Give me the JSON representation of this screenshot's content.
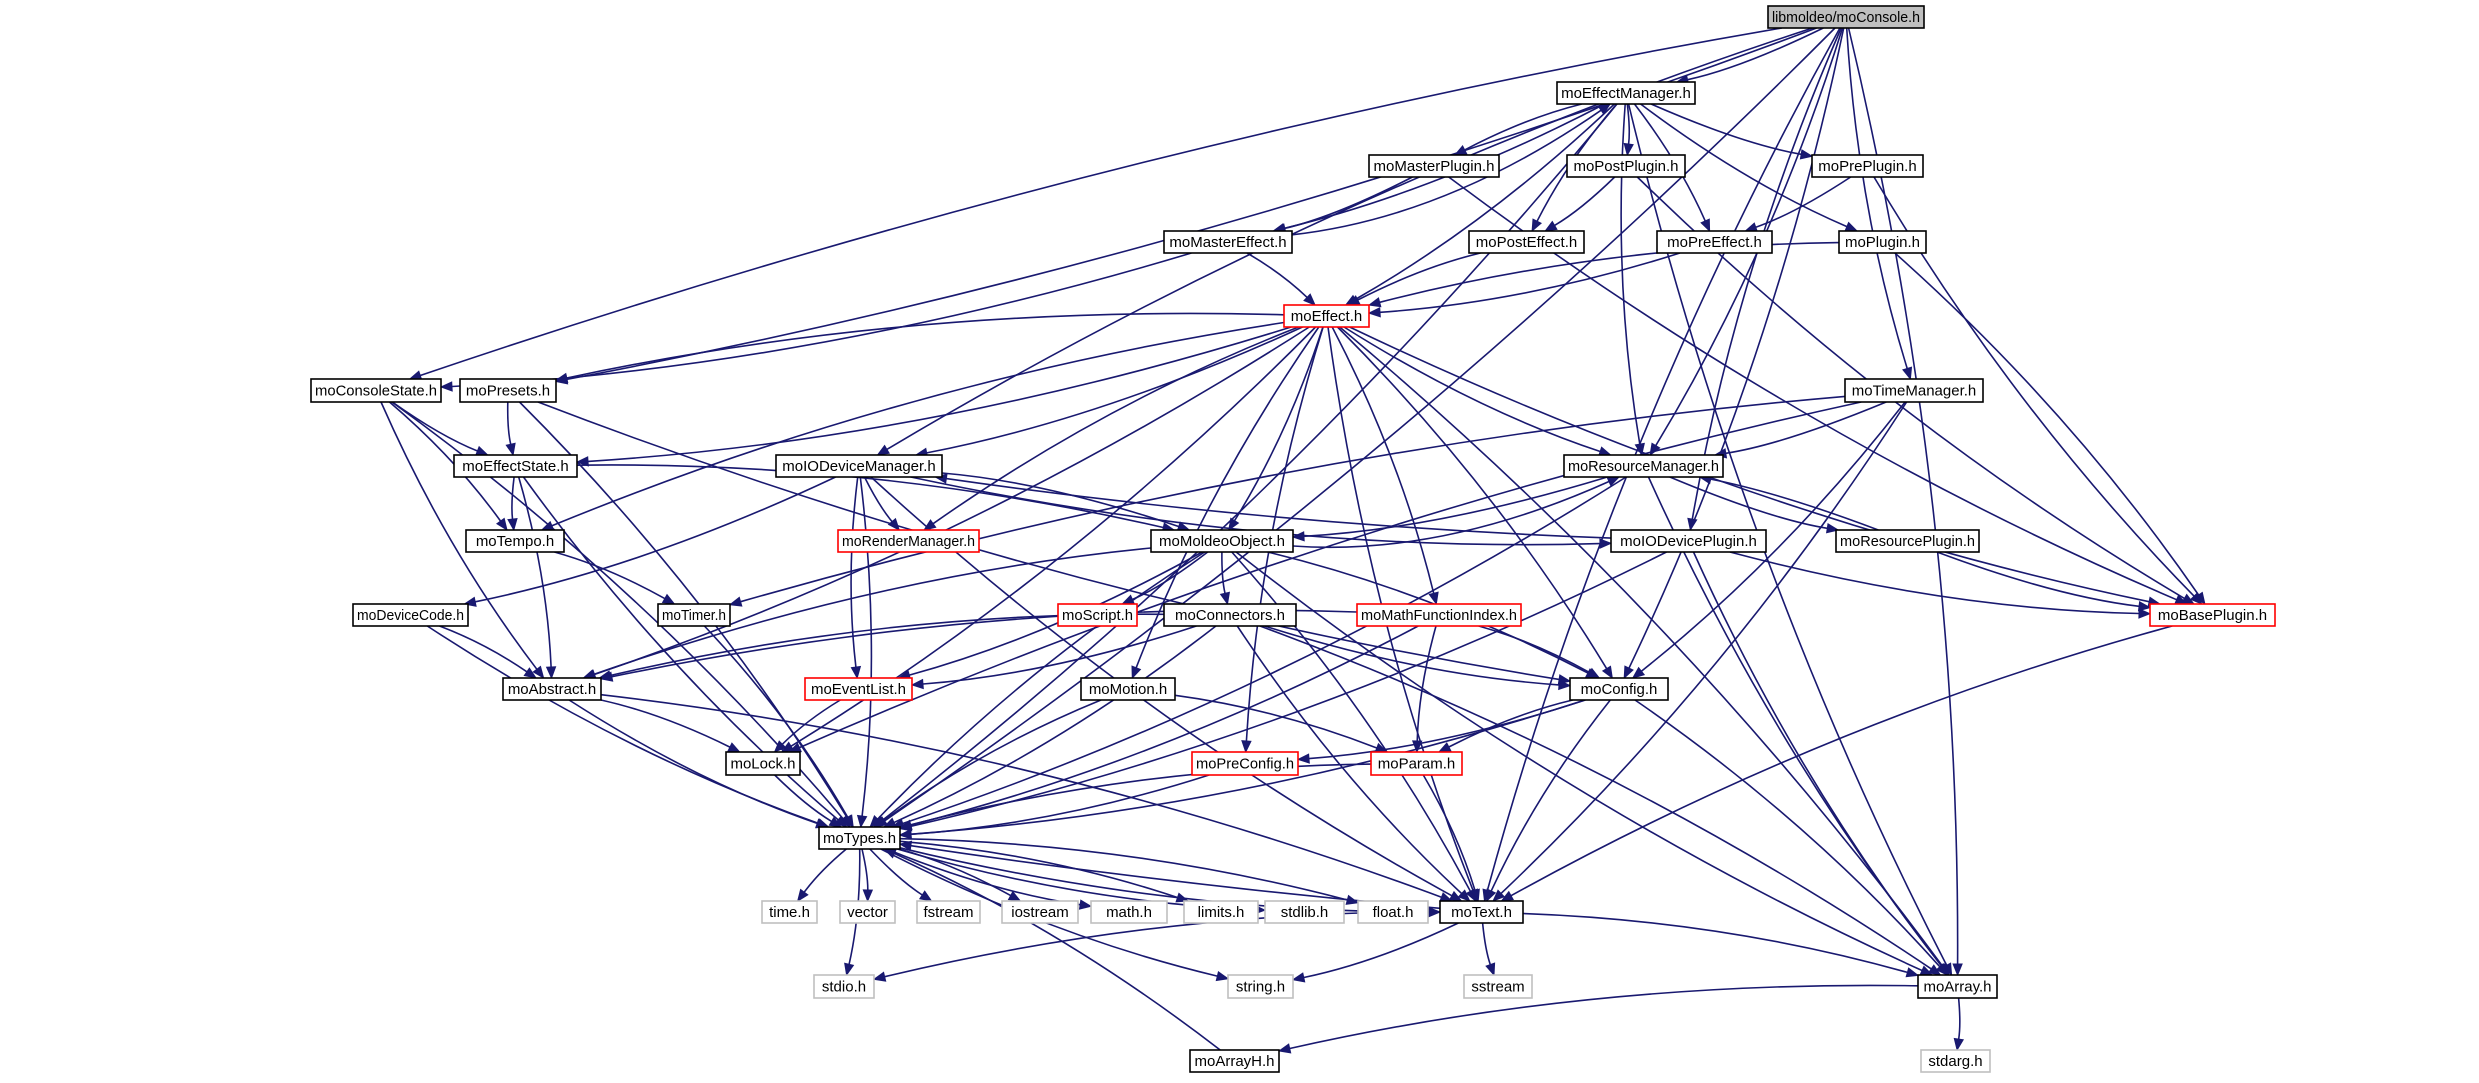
{
  "title": "libmoldeo/moConsole.h include dependency graph",
  "colors": {
    "edge": "#191970",
    "root_fill": "#bfbfbf",
    "truncated_border": "#ff0000",
    "system_border": "#bfbfbf",
    "normal_border": "#000000"
  },
  "nodes": [
    {
      "id": "moConsole",
      "label": "libmoldeo/moConsole.h",
      "kind": "root"
    },
    {
      "id": "moEffectManager",
      "label": "moEffectManager.h",
      "kind": "normal"
    },
    {
      "id": "moMasterPlugin",
      "label": "moMasterPlugin.h",
      "kind": "normal"
    },
    {
      "id": "moPostPlugin",
      "label": "moPostPlugin.h",
      "kind": "normal"
    },
    {
      "id": "moPrePlugin",
      "label": "moPrePlugin.h",
      "kind": "normal"
    },
    {
      "id": "moMasterEffect",
      "label": "moMasterEffect.h",
      "kind": "normal"
    },
    {
      "id": "moPostEffect",
      "label": "moPostEffect.h",
      "kind": "normal"
    },
    {
      "id": "moPreEffect",
      "label": "moPreEffect.h",
      "kind": "normal"
    },
    {
      "id": "moPlugin",
      "label": "moPlugin.h",
      "kind": "normal"
    },
    {
      "id": "moEffect",
      "label": "moEffect.h",
      "kind": "truncated"
    },
    {
      "id": "moConsoleState",
      "label": "moConsoleState.h",
      "kind": "normal"
    },
    {
      "id": "moPresets",
      "label": "moPresets.h",
      "kind": "normal"
    },
    {
      "id": "moTimeManager",
      "label": "moTimeManager.h",
      "kind": "normal"
    },
    {
      "id": "moEffectState",
      "label": "moEffectState.h",
      "kind": "normal"
    },
    {
      "id": "moIODeviceManager",
      "label": "moIODeviceManager.h",
      "kind": "normal"
    },
    {
      "id": "moResourceManager",
      "label": "moResourceManager.h",
      "kind": "normal"
    },
    {
      "id": "moTempo",
      "label": "moTempo.h",
      "kind": "normal"
    },
    {
      "id": "moRenderManager",
      "label": "moRenderManager.h",
      "kind": "truncated"
    },
    {
      "id": "moMoldeoObject",
      "label": "moMoldeoObject.h",
      "kind": "normal"
    },
    {
      "id": "moIODevicePlugin",
      "label": "moIODevicePlugin.h",
      "kind": "normal"
    },
    {
      "id": "moResourcePlugin",
      "label": "moResourcePlugin.h",
      "kind": "normal"
    },
    {
      "id": "moDeviceCode",
      "label": "moDeviceCode.h",
      "kind": "normal"
    },
    {
      "id": "moTimer",
      "label": "moTimer.h",
      "kind": "normal"
    },
    {
      "id": "moScript",
      "label": "moScript.h",
      "kind": "truncated"
    },
    {
      "id": "moConnectors",
      "label": "moConnectors.h",
      "kind": "normal"
    },
    {
      "id": "moMathFunctionIndex",
      "label": "moMathFunctionIndex.h",
      "kind": "truncated"
    },
    {
      "id": "moBasePlugin",
      "label": "moBasePlugin.h",
      "kind": "truncated"
    },
    {
      "id": "moAbstract",
      "label": "moAbstract.h",
      "kind": "normal"
    },
    {
      "id": "moEventList",
      "label": "moEventList.h",
      "kind": "truncated"
    },
    {
      "id": "moMotion",
      "label": "moMotion.h",
      "kind": "normal"
    },
    {
      "id": "moConfig",
      "label": "moConfig.h",
      "kind": "normal"
    },
    {
      "id": "moLock",
      "label": "moLock.h",
      "kind": "normal"
    },
    {
      "id": "moPreConfig",
      "label": "moPreConfig.h",
      "kind": "truncated"
    },
    {
      "id": "moParam",
      "label": "moParam.h",
      "kind": "truncated"
    },
    {
      "id": "moTypes",
      "label": "moTypes.h",
      "kind": "normal"
    },
    {
      "id": "time",
      "label": "time.h",
      "kind": "system"
    },
    {
      "id": "vector",
      "label": "vector",
      "kind": "system"
    },
    {
      "id": "fstream",
      "label": "fstream",
      "kind": "system"
    },
    {
      "id": "iostream",
      "label": "iostream",
      "kind": "system"
    },
    {
      "id": "math",
      "label": "math.h",
      "kind": "system"
    },
    {
      "id": "limits",
      "label": "limits.h",
      "kind": "system"
    },
    {
      "id": "stdlib",
      "label": "stdlib.h",
      "kind": "system"
    },
    {
      "id": "float",
      "label": "float.h",
      "kind": "system"
    },
    {
      "id": "moText",
      "label": "moText.h",
      "kind": "normal"
    },
    {
      "id": "stdio",
      "label": "stdio.h",
      "kind": "system"
    },
    {
      "id": "string",
      "label": "string.h",
      "kind": "system"
    },
    {
      "id": "sstream",
      "label": "sstream",
      "kind": "system"
    },
    {
      "id": "moArray",
      "label": "moArray.h",
      "kind": "normal"
    },
    {
      "id": "moArrayH",
      "label": "moArrayH.h",
      "kind": "normal"
    },
    {
      "id": "stdarg",
      "label": "stdarg.h",
      "kind": "system"
    }
  ],
  "edges": [
    [
      "moConsole",
      "moEffectManager"
    ],
    [
      "moConsole",
      "moConsoleState"
    ],
    [
      "moConsole",
      "moPresets"
    ],
    [
      "moConsole",
      "moIODeviceManager"
    ],
    [
      "moConsole",
      "moTypes"
    ],
    [
      "moConsole",
      "moTimeManager"
    ],
    [
      "moConsole",
      "moResourceManager"
    ],
    [
      "moConsole",
      "moIODevicePlugin"
    ],
    [
      "moConsole",
      "moConfig"
    ],
    [
      "moConsole",
      "moText"
    ],
    [
      "moConsole",
      "moArray"
    ],
    [
      "moEffectManager",
      "moMasterPlugin"
    ],
    [
      "moEffectManager",
      "moPostPlugin"
    ],
    [
      "moEffectManager",
      "moPrePlugin"
    ],
    [
      "moEffectManager",
      "moMasterEffect"
    ],
    [
      "moEffectManager",
      "moPostEffect"
    ],
    [
      "moEffectManager",
      "moPreEffect"
    ],
    [
      "moEffectManager",
      "moPlugin"
    ],
    [
      "moEffectManager",
      "moEffect"
    ],
    [
      "moEffectManager",
      "moResourceManager"
    ],
    [
      "moEffectManager",
      "moTypes"
    ],
    [
      "moEffectManager",
      "moArray"
    ],
    [
      "moMasterPlugin",
      "moMasterEffect"
    ],
    [
      "moMasterPlugin",
      "moBasePlugin"
    ],
    [
      "moPostPlugin",
      "moPostEffect"
    ],
    [
      "moPostPlugin",
      "moBasePlugin"
    ],
    [
      "moPrePlugin",
      "moPreEffect"
    ],
    [
      "moPrePlugin",
      "moBasePlugin"
    ],
    [
      "moMasterEffect",
      "moEffect"
    ],
    [
      "moMasterEffect",
      "moEffectManager"
    ],
    [
      "moMasterEffect",
      "moConsoleState"
    ],
    [
      "moPostEffect",
      "moEffect"
    ],
    [
      "moPreEffect",
      "moEffect"
    ],
    [
      "moPlugin",
      "moEffect"
    ],
    [
      "moPlugin",
      "moBasePlugin"
    ],
    [
      "moEffect",
      "moPresets"
    ],
    [
      "moEffect",
      "moEffectState"
    ],
    [
      "moEffect",
      "moTempo"
    ],
    [
      "moEffect",
      "moIODeviceManager"
    ],
    [
      "moEffect",
      "moRenderManager"
    ],
    [
      "moEffect",
      "moMoldeoObject"
    ],
    [
      "moEffect",
      "moResourceManager"
    ],
    [
      "moEffect",
      "moAbstract"
    ],
    [
      "moEffect",
      "moMotion"
    ],
    [
      "moEffect",
      "moMathFunctionIndex"
    ],
    [
      "moEffect",
      "moPreConfig"
    ],
    [
      "moEffect",
      "moConfig"
    ],
    [
      "moEffect",
      "moText"
    ],
    [
      "moEffect",
      "moArray"
    ],
    [
      "moEffect",
      "moBasePlugin"
    ],
    [
      "moEffect",
      "moLock"
    ],
    [
      "moConsoleState",
      "moEffectState"
    ],
    [
      "moConsoleState",
      "moTempo"
    ],
    [
      "moConsoleState",
      "moAbstract"
    ],
    [
      "moConsoleState",
      "moTypes"
    ],
    [
      "moPresets",
      "moEffectState"
    ],
    [
      "moPresets",
      "moTypes"
    ],
    [
      "moPresets",
      "moConfig"
    ],
    [
      "moTimeManager",
      "moResourceManager"
    ],
    [
      "moTimeManager",
      "moTimer"
    ],
    [
      "moTimeManager",
      "moText"
    ],
    [
      "moTimeManager",
      "moLock"
    ],
    [
      "moTimeManager",
      "moConfig"
    ],
    [
      "moEffectState",
      "moTempo"
    ],
    [
      "moEffectState",
      "moAbstract"
    ],
    [
      "moEffectState",
      "moTypes"
    ],
    [
      "moEffectState",
      "moMoldeoObject"
    ],
    [
      "moIODeviceManager",
      "moRenderManager"
    ],
    [
      "moIODeviceManager",
      "moMoldeoObject"
    ],
    [
      "moIODeviceManager",
      "moIODevicePlugin"
    ],
    [
      "moIODeviceManager",
      "moDeviceCode"
    ],
    [
      "moIODeviceManager",
      "moEventList"
    ],
    [
      "moIODeviceManager",
      "moTypes"
    ],
    [
      "moIODeviceManager",
      "moText"
    ],
    [
      "moResourceManager",
      "moMoldeoObject"
    ],
    [
      "moResourceManager",
      "moResourcePlugin"
    ],
    [
      "moResourceManager",
      "moTypes"
    ],
    [
      "moResourceManager",
      "moArray"
    ],
    [
      "moTempo",
      "moTimer"
    ],
    [
      "moMoldeoObject",
      "moResourceManager"
    ],
    [
      "moMoldeoObject",
      "moScript"
    ],
    [
      "moMoldeoObject",
      "moConnectors"
    ],
    [
      "moMoldeoObject",
      "moEventList"
    ],
    [
      "moMoldeoObject",
      "moAbstract"
    ],
    [
      "moMoldeoObject",
      "moConfig"
    ],
    [
      "moMoldeoObject",
      "moTypes"
    ],
    [
      "moMoldeoObject",
      "moText"
    ],
    [
      "moMoldeoObject",
      "moArray"
    ],
    [
      "moIODevicePlugin",
      "moIODeviceManager"
    ],
    [
      "moIODevicePlugin",
      "moBasePlugin"
    ],
    [
      "moIODevicePlugin",
      "moTypes"
    ],
    [
      "moIODevicePlugin",
      "moArray"
    ],
    [
      "moResourcePlugin",
      "moResourceManager"
    ],
    [
      "moResourcePlugin",
      "moBasePlugin"
    ],
    [
      "moDeviceCode",
      "moAbstract"
    ],
    [
      "moDeviceCode",
      "moTypes"
    ],
    [
      "moTimer",
      "moTypes"
    ],
    [
      "moConnectors",
      "moAbstract"
    ],
    [
      "moConnectors",
      "moEventList"
    ],
    [
      "moConnectors",
      "moConfig"
    ],
    [
      "moConnectors",
      "moTypes"
    ],
    [
      "moConnectors",
      "moText"
    ],
    [
      "moConnectors",
      "moArray"
    ],
    [
      "moMathFunctionIndex",
      "moAbstract"
    ],
    [
      "moMathFunctionIndex",
      "moConfig"
    ],
    [
      "moMathFunctionIndex",
      "moParam"
    ],
    [
      "moMathFunctionIndex",
      "moTypes"
    ],
    [
      "moBasePlugin",
      "moText"
    ],
    [
      "moAbstract",
      "moLock"
    ],
    [
      "moAbstract",
      "moTypes"
    ],
    [
      "moAbstract",
      "moText"
    ],
    [
      "moEventList",
      "moLock"
    ],
    [
      "moMotion",
      "moParam"
    ],
    [
      "moMotion",
      "moTypes"
    ],
    [
      "moConfig",
      "moPreConfig"
    ],
    [
      "moConfig",
      "moParam"
    ],
    [
      "moConfig",
      "moTypes"
    ],
    [
      "moConfig",
      "moText"
    ],
    [
      "moConfig",
      "moArray"
    ],
    [
      "moLock",
      "moTypes"
    ],
    [
      "moPreConfig",
      "moTypes"
    ],
    [
      "moParam",
      "moTypes"
    ],
    [
      "moParam",
      "moText"
    ],
    [
      "moTypes",
      "time"
    ],
    [
      "moTypes",
      "vector"
    ],
    [
      "moTypes",
      "fstream"
    ],
    [
      "moTypes",
      "iostream"
    ],
    [
      "moTypes",
      "math"
    ],
    [
      "moTypes",
      "limits"
    ],
    [
      "moTypes",
      "stdlib"
    ],
    [
      "moTypes",
      "float"
    ],
    [
      "moTypes",
      "moText"
    ],
    [
      "moTypes",
      "stdio"
    ],
    [
      "moTypes",
      "string"
    ],
    [
      "moText",
      "moTypes"
    ],
    [
      "moText",
      "stdio"
    ],
    [
      "moText",
      "string"
    ],
    [
      "moText",
      "sstream"
    ],
    [
      "moText",
      "moArray"
    ],
    [
      "moArray",
      "moArrayH"
    ],
    [
      "moArray",
      "stdarg"
    ],
    [
      "moArrayH",
      "moTypes"
    ]
  ]
}
